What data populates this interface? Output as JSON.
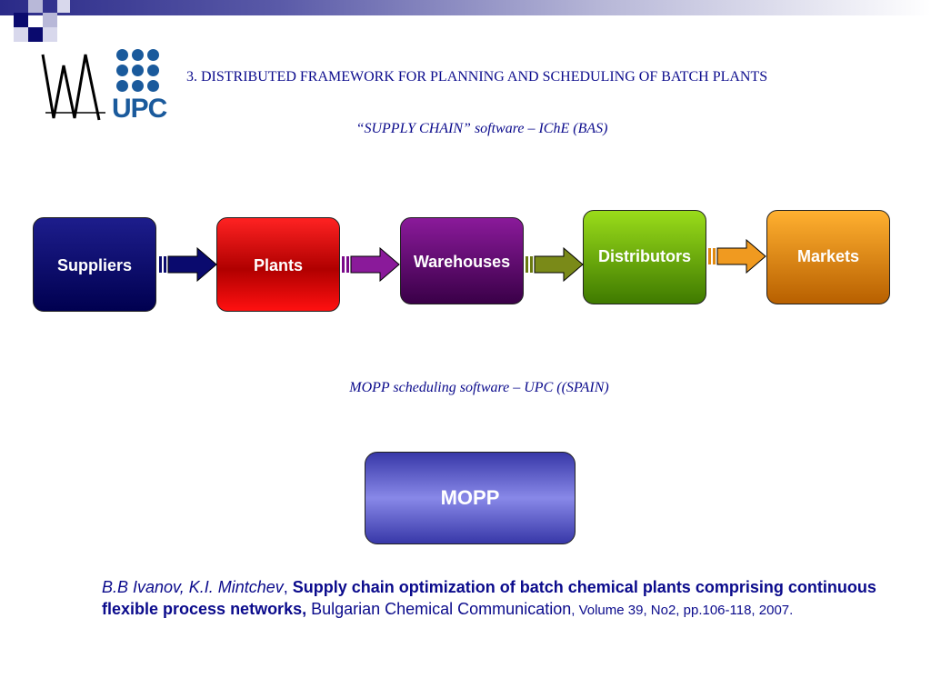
{
  "header": {
    "title": "3. DISTRIBUTED FRAMEWORK FOR PLANNING AND SCHEDULING OF BATCH PLANTS",
    "logo_text": "UPC"
  },
  "supply_chain": {
    "subtitle": "“SUPPLY CHAIN” software – IChE (BAS)",
    "nodes": [
      {
        "label": "Suppliers",
        "color": "#0a0a6e"
      },
      {
        "label": "Plants",
        "color": "#d80000"
      },
      {
        "label": "Warehouses",
        "color": "#5a0a6a"
      },
      {
        "label": "Distributors",
        "color": "#6aa80a"
      },
      {
        "label": "Markets",
        "color": "#e08a10"
      }
    ],
    "arrow_colors": [
      "#0a0a6e",
      "#7a0a8a",
      "#6a7a10",
      "#e08a10"
    ]
  },
  "scheduling": {
    "subtitle": "MOPP scheduling software – UPC ((SPAIN)",
    "node_label": "MOPP",
    "node_color": "#6a6ad0"
  },
  "citation": {
    "authors": "B.B Ivanov, K.I. Mintchev",
    "separator": ", ",
    "title": "Supply chain optimization of batch chemical plants comprising continuous flexible process networks,",
    "journal": " Bulgarian Chemical Communication",
    "details": ", Volume 39, No2, pp.106-118, 2007."
  }
}
